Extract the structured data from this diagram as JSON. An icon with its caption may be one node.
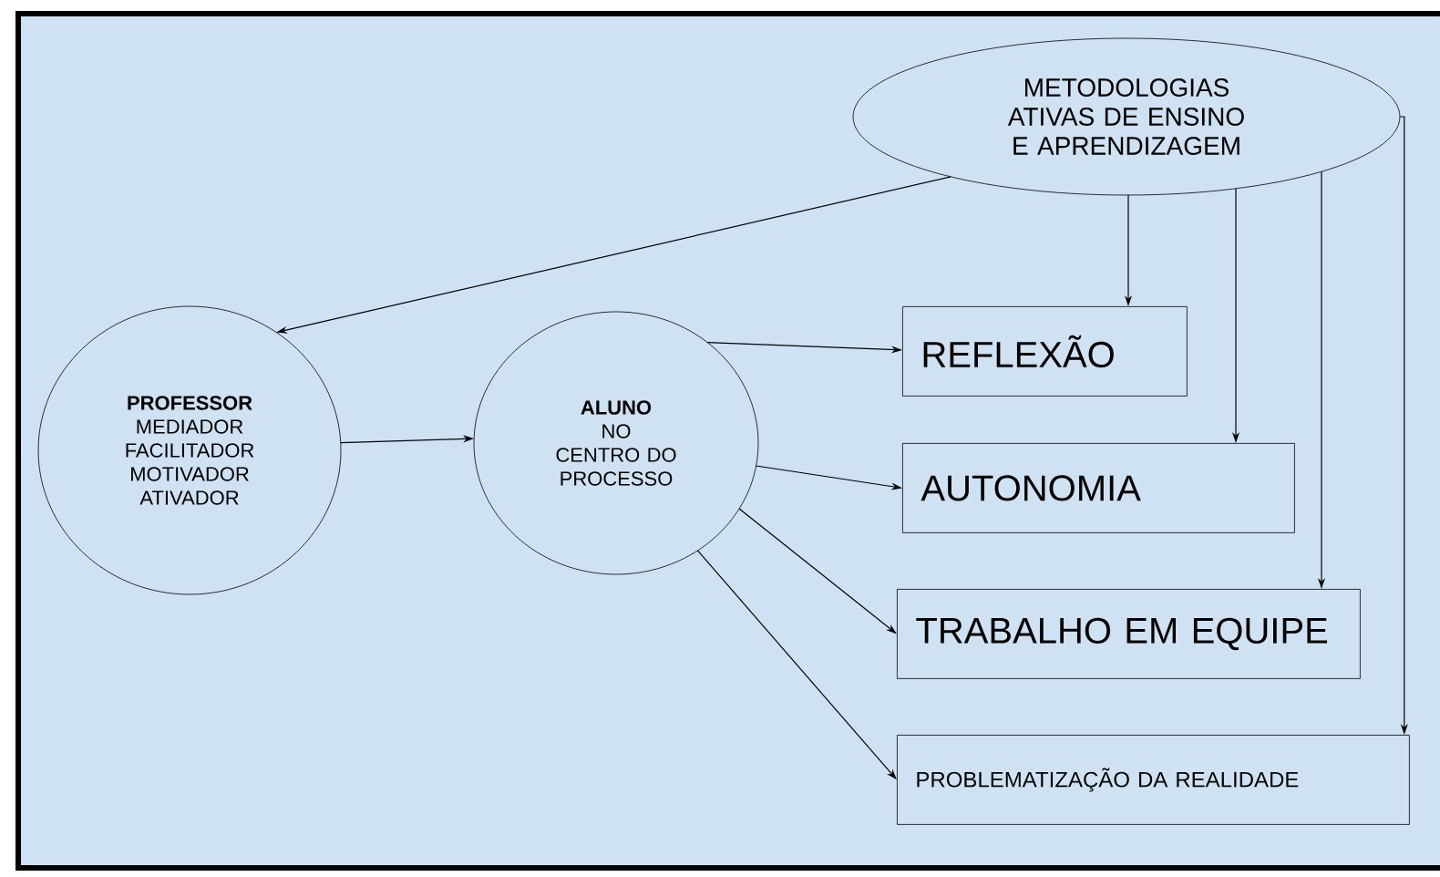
{
  "diagram": {
    "nodes": [
      {
        "text": [
          "METODOLOGIAS ATIVAS DE ENSINO E APRENDIZAGEM"
        ]
      },
      {
        "text": [
          "PROFESSOR",
          "MEDIADOR FACILITADOR MOTIVADOR ATIVADOR"
        ]
      },
      {
        "text": [
          "ALUNO",
          "NO CENTRO DO PROCESSO"
        ]
      },
      {
        "text": [
          "REFLEXÃO"
        ]
      },
      {
        "text": [
          "AUTONOMIA"
        ]
      },
      {
        "text": [
          "TRABALHO EM EQUIPE"
        ]
      },
      {
        "text": [
          "PROBLEMATIZAÇÃO DA REALIDADE"
        ]
      }
    ],
    "edges": [
      {
        "from": 0,
        "to": 1,
        "arrow": "to"
      },
      {
        "from": 0,
        "to": 3,
        "arrow": "to"
      },
      {
        "from": 0,
        "to": 4,
        "arrow": "to"
      },
      {
        "from": 0,
        "to": 5,
        "arrow": "to"
      },
      {
        "from": 0,
        "to": 6,
        "arrow": "to"
      },
      {
        "from": 1,
        "to": 2,
        "arrow": "to"
      },
      {
        "from": 2,
        "to": 3,
        "arrow": "to"
      },
      {
        "from": 2,
        "to": 4,
        "arrow": "to"
      },
      {
        "from": 2,
        "to": 5,
        "arrow": "to"
      },
      {
        "from": 2,
        "to": 6,
        "arrow": "to"
      }
    ]
  }
}
